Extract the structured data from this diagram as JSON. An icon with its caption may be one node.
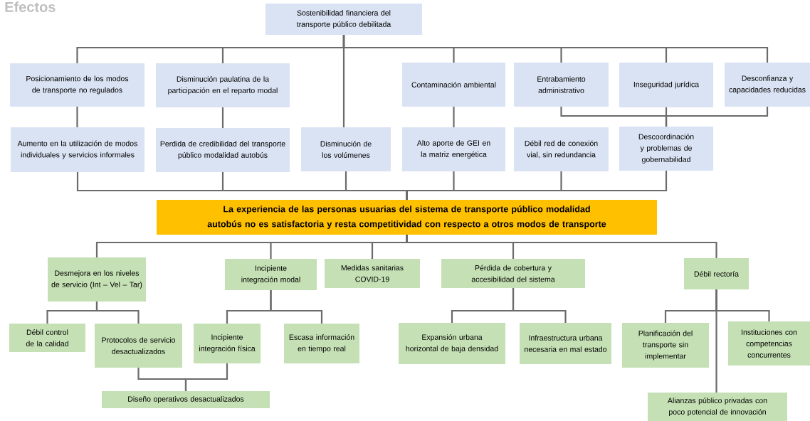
{
  "diagram": {
    "nodes": [
      {
        "text": [
          "Sostenibilidad financiera del transporte público debilitada"
        ]
      },
      {
        "text": [
          "Posicionamiento de los modos de transporte no regulados"
        ]
      },
      {
        "text": [
          "Disminución paulatina de la participación en el reparto modal"
        ]
      },
      {
        "text": [
          "Contaminación ambiental"
        ]
      },
      {
        "text": [
          "Entrabamiento administrativo"
        ]
      },
      {
        "text": [
          "Inseguridad jurídica"
        ]
      },
      {
        "text": [
          "Desconfianza y capacidades reducidas"
        ]
      },
      {
        "text": [
          "Aumento en la utilización de modos individuales y servicios informales"
        ]
      },
      {
        "text": [
          "Perdida de credibilidad del transporte público modalidad autobús"
        ]
      },
      {
        "text": [
          "Disminución de los volúmenes"
        ]
      },
      {
        "text": [
          "Alto aporte de GEI en la matriz energética"
        ]
      },
      {
        "text": [
          "Débil red de conexión vial, sin redundancia"
        ]
      },
      {
        "text": [
          "Descoordinación y problemas de gobernabilidad"
        ]
      },
      {
        "text": [
          "La experiencia de las personas usuarias del sistema de transporte público modalidad autobús no es satisfactoria y resta competitividad con respecto a otros modos de transporte"
        ]
      },
      {
        "text": [
          "Desmejora en los niveles de servicio (Int – Vel – Tar)"
        ]
      },
      {
        "text": [
          "Incipiente integración modal"
        ]
      },
      {
        "text": [
          "Medidas sanitarias COVID-19"
        ]
      },
      {
        "text": [
          "Pérdida de cobertura y accesibilidad del sistema"
        ]
      },
      {
        "text": [
          "Débil rectoría"
        ]
      },
      {
        "text": [
          "Débil control de la calidad"
        ]
      },
      {
        "text": [
          "Protocolos de servicio desactualizados"
        ]
      },
      {
        "text": [
          "Incipiente integración física"
        ]
      },
      {
        "text": [
          "Escasa información en tiempo real"
        ]
      },
      {
        "text": [
          "Diseño operativos desactualizados"
        ]
      },
      {
        "text": [
          "Expansión urbana horizontal de baja densidad"
        ]
      },
      {
        "text": [
          "Infraestructura urbana necesaria en mal estado"
        ]
      },
      {
        "text": [
          "Planificación del transporte sin implementar"
        ]
      },
      {
        "text": [
          "Instituciones con competencias concurrentes"
        ]
      },
      {
        "text": [
          "Alianzas público privadas con poco potencial de innovación"
        ]
      }
    ],
    "edges": [
      {
        "from": 0,
        "to": 1,
        "arrow": "none"
      },
      {
        "from": 0,
        "to": 2,
        "arrow": "none"
      },
      {
        "from": 0,
        "to": 9,
        "arrow": "none"
      },
      {
        "from": 0,
        "to": 3,
        "arrow": "none"
      },
      {
        "from": 0,
        "to": 4,
        "arrow": "none"
      },
      {
        "from": 0,
        "to": 5,
        "arrow": "none"
      },
      {
        "from": 0,
        "to": 6,
        "arrow": "none"
      },
      {
        "from": 1,
        "to": 7,
        "arrow": "none"
      },
      {
        "from": 2,
        "to": 8,
        "arrow": "none"
      },
      {
        "from": 3,
        "to": 10,
        "arrow": "none"
      },
      {
        "from": 4,
        "to": 12,
        "arrow": "none"
      },
      {
        "from": 5,
        "to": 12,
        "arrow": "none"
      },
      {
        "from": 6,
        "to": 12,
        "arrow": "none"
      },
      {
        "from": 7,
        "to": 13,
        "arrow": "none"
      },
      {
        "from": 8,
        "to": 13,
        "arrow": "none"
      },
      {
        "from": 9,
        "to": 13,
        "arrow": "none"
      },
      {
        "from": 10,
        "to": 13,
        "arrow": "none"
      },
      {
        "from": 11,
        "to": 13,
        "arrow": "none"
      },
      {
        "from": 12,
        "to": 13,
        "arrow": "none"
      },
      {
        "from": 13,
        "to": 14,
        "arrow": "none"
      },
      {
        "from": 13,
        "to": 15,
        "arrow": "none"
      },
      {
        "from": 13,
        "to": 16,
        "arrow": "none"
      },
      {
        "from": 13,
        "to": 17,
        "arrow": "none"
      },
      {
        "from": 13,
        "to": 18,
        "arrow": "none"
      },
      {
        "from": 14,
        "to": 19,
        "arrow": "none"
      },
      {
        "from": 14,
        "to": 20,
        "arrow": "none"
      },
      {
        "from": 15,
        "to": 21,
        "arrow": "none"
      },
      {
        "from": 15,
        "to": 22,
        "arrow": "none"
      },
      {
        "from": 20,
        "to": 23,
        "arrow": "none"
      },
      {
        "from": 21,
        "to": 23,
        "arrow": "none"
      },
      {
        "from": 17,
        "to": 24,
        "arrow": "none"
      },
      {
        "from": 17,
        "to": 25,
        "arrow": "none"
      },
      {
        "from": 18,
        "to": 26,
        "arrow": "none"
      },
      {
        "from": 18,
        "to": 27,
        "arrow": "none"
      },
      {
        "from": 18,
        "to": 28,
        "arrow": "none"
      }
    ],
    "labels": [
      "Efectos"
    ]
  }
}
